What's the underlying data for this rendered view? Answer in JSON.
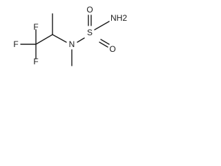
{
  "molecule": {
    "atoms": {
      "f_top": "F",
      "f_left": "F",
      "f_bottom": "F",
      "nitrogen": "N",
      "sulfur": "S",
      "oxygen_top": "O",
      "oxygen_bottom": "O",
      "nh2": "NH2"
    }
  }
}
